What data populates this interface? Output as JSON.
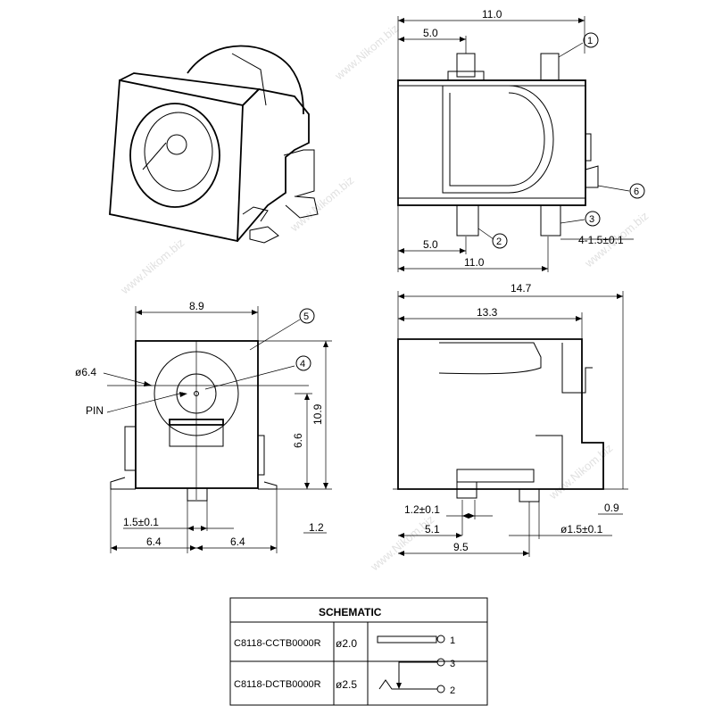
{
  "watermark": "www.Nikom.biz",
  "side_view": {
    "top_width": "11.0",
    "top_offset": "5.0",
    "bottom_offset": "5.0",
    "bottom_width": "11.0",
    "pin_spec": "4-1.5±0.1",
    "callouts": [
      "1",
      "2",
      "3",
      "6"
    ]
  },
  "front_view": {
    "width": "8.9",
    "diameter": "ø6.4",
    "pin_label": "PIN",
    "height": "10.9",
    "center_height": "6.6",
    "pin_width": "1.5±0.1",
    "left_half": "6.4",
    "right_half": "6.4",
    "foot_height": "1.2",
    "callouts": [
      "4",
      "5"
    ]
  },
  "bottom_view": {
    "total_length": "14.7",
    "body_length": "13.3",
    "pin_width": "1.2±0.1",
    "pin_offset": "5.1",
    "overall": "9.5",
    "foot_thickness": "0.9",
    "hole_dia": "ø1.5±0.1"
  },
  "schematic": {
    "title": "SCHEMATIC",
    "rows": [
      {
        "part": "C8118-CCTB0000R",
        "dia": "ø2.0",
        "pins": [
          "1"
        ]
      },
      {
        "part": "C8118-DCTB0000R",
        "dia": "ø2.5",
        "pins": [
          "3",
          "2"
        ]
      }
    ]
  }
}
